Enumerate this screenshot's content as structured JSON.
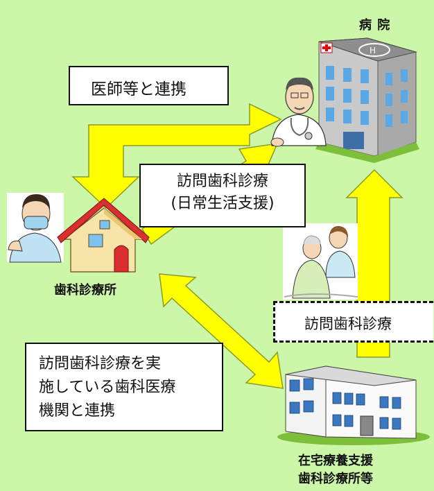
{
  "labels": {
    "hospital": "病 院",
    "dental_clinic": "歯科診療所",
    "home_care_line1": "在宅療養支援",
    "home_care_line2": "歯科診療所等"
  },
  "boxes": {
    "doctor_link": "医師等と連携",
    "home_visit_daily_line1": "訪問歯科診療",
    "home_visit_daily_line2": "(日常生活支援)",
    "home_visit": "訪問歯科診療",
    "collab_line1": "訪問歯科診療を実",
    "collab_line2": "施している歯科医療",
    "collab_line3": "機関と連携"
  },
  "colors": {
    "background": "#ccf7a8",
    "arrow_fill": "#ffff00",
    "arrow_stroke": "#8a9a2a",
    "box_border": "#111111"
  },
  "icons": [
    "hospital-building-icon",
    "doctor-figure-icon",
    "dentist-figure-icon",
    "house-icon",
    "caregiver-patient-icon",
    "clinic-building-icon"
  ]
}
